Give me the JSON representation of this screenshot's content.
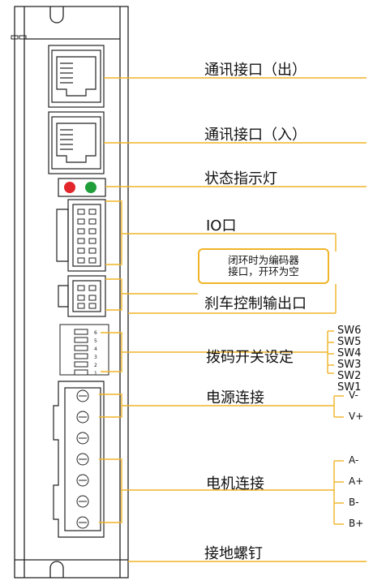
{
  "labels": {
    "comm_out": "通讯接口（出）",
    "comm_in": "通讯接口（入）",
    "status_led": "状态指示灯",
    "io_port": "IO口",
    "encoder_note_line1": "闭环时为编码器",
    "encoder_note_line2": "接口，开环为空",
    "brake_output": "刹车控制输出口",
    "dip_switch": "拨码开关设定",
    "power_conn": "电源连接",
    "motor_conn": "电机连接",
    "ground_screw": "接地螺钉"
  },
  "dip_switches": [
    "SW6",
    "SW5",
    "SW4",
    "SW3",
    "SW2",
    "SW1"
  ],
  "dip_numbers": [
    "6",
    "5",
    "4",
    "3",
    "2",
    "1"
  ],
  "power_pins": [
    "V-",
    "V+"
  ],
  "motor_pins": [
    "A-",
    "A+",
    "B-",
    "B+"
  ],
  "colors": {
    "leader": "#f0b428",
    "led_red": "#e3262b",
    "led_green": "#1f9e3a",
    "outline": "#222222"
  }
}
